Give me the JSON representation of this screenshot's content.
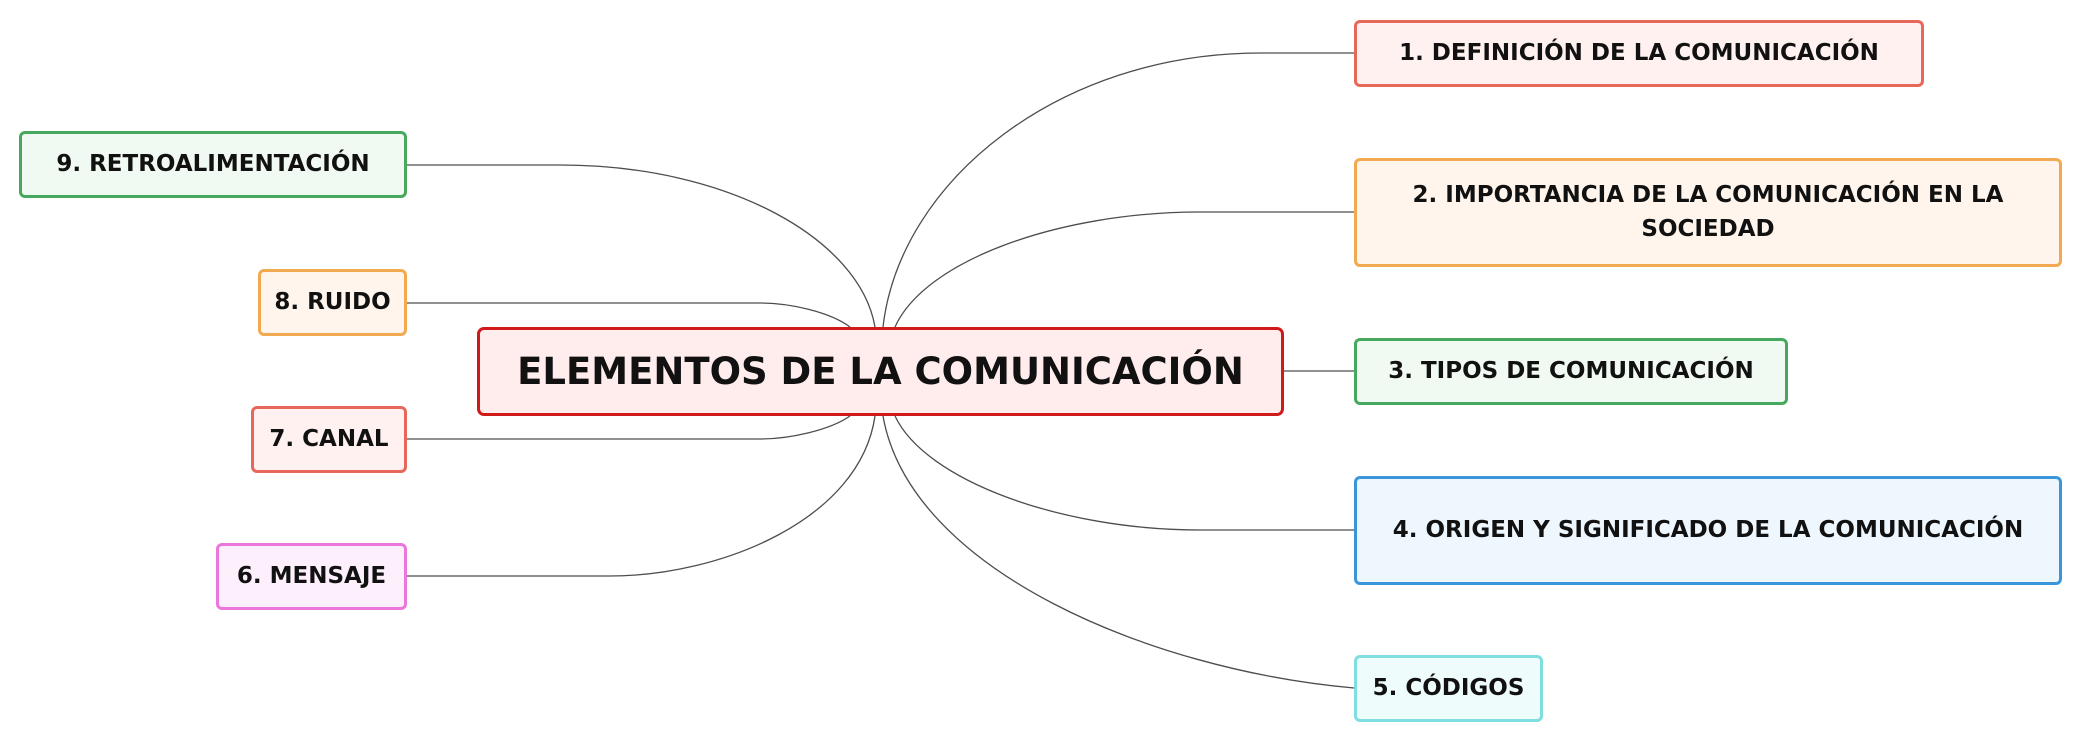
{
  "central": {
    "label": "ELEMENTOS DE LA COMUNICACIÓN"
  },
  "branches": [
    {
      "label": "1. DEFINICIÓN DE LA COMUNICACIÓN",
      "border": "#e8675b",
      "fill": "#fff1ef"
    },
    {
      "label": "2. IMPORTANCIA DE LA COMUNICACIÓN EN LA SOCIEDAD",
      "border": "#f2aa52",
      "fill": "#fff5ec"
    },
    {
      "label": "3. TIPOS DE COMUNICACIÓN",
      "border": "#46a95d",
      "fill": "#f1faf2"
    },
    {
      "label": "4. ORIGEN Y SIGNIFICADO DE LA COMUNICACIÓN",
      "border": "#3a96d8",
      "fill": "#eef7fe"
    },
    {
      "label": "5. CÓDIGOS",
      "border": "#7fdedf",
      "fill": "#effcfc"
    },
    {
      "label": "6. MENSAJE",
      "border": "#ea78dc",
      "fill": "#fdeffc"
    },
    {
      "label": "7. CANAL",
      "border": "#e8675b",
      "fill": "#fff1ef"
    },
    {
      "label": "8. RUIDO",
      "border": "#f2aa52",
      "fill": "#fff5ec"
    },
    {
      "label": "9. RETROALIMENTACIÓN",
      "border": "#46a95d",
      "fill": "#f1faf2"
    }
  ],
  "colors": {
    "central_border": "#d01a1a",
    "central_fill": "#ffecec",
    "connector": "#4d4d4d"
  }
}
